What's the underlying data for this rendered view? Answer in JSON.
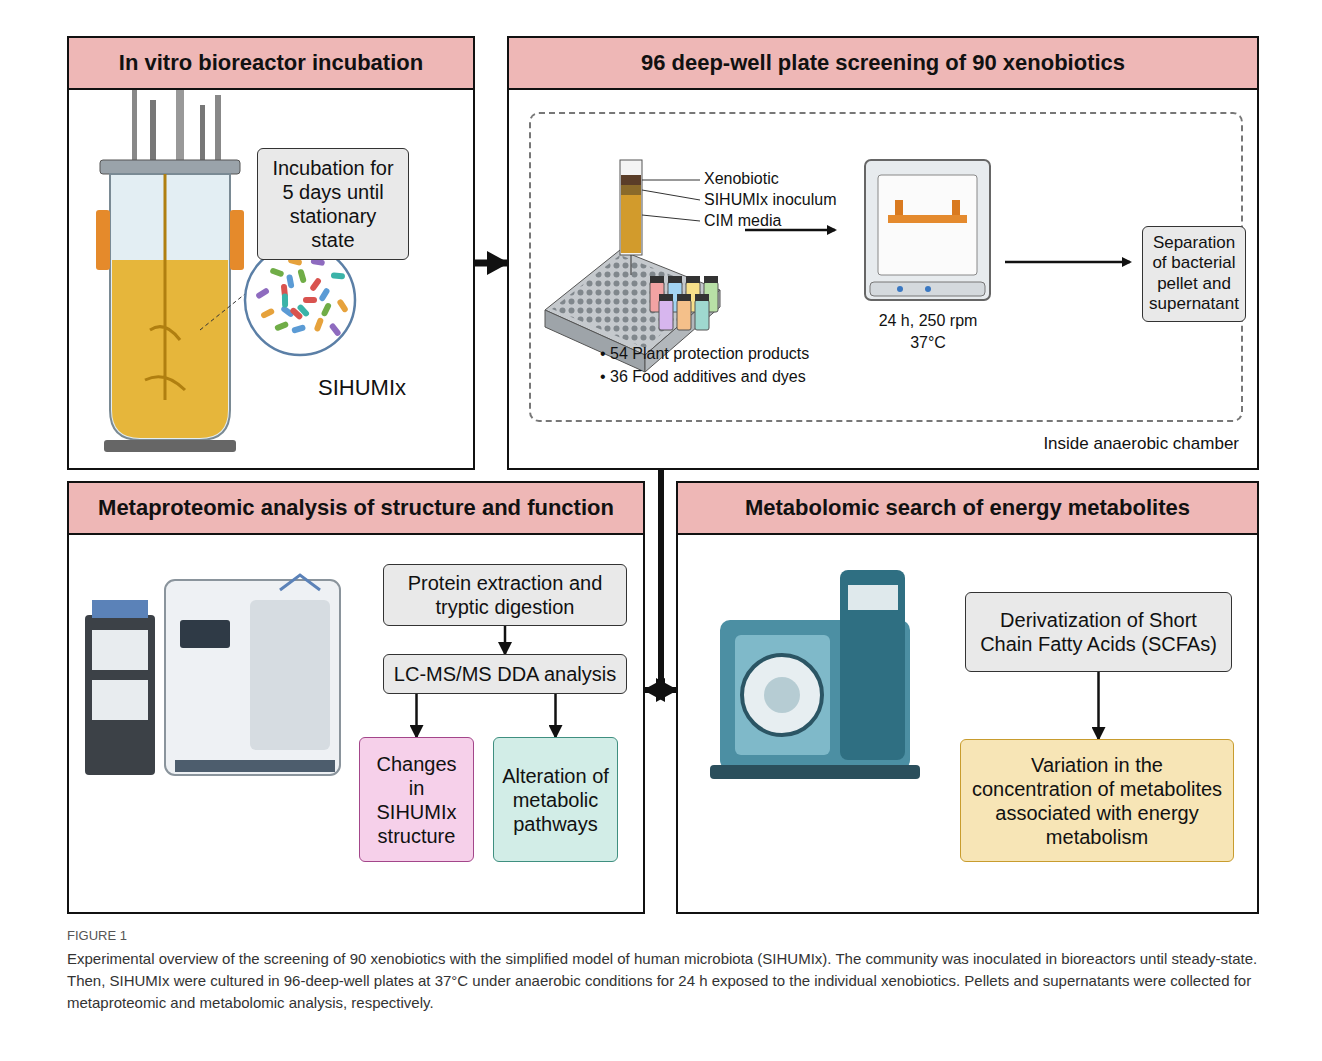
{
  "diagram": {
    "caption": "Experimental overview of the screening of 90 xenobiotics with the simplified model of human microbiota (SIHUMIx). The community was inoculated in bioreactors until steady-state. Then, SIHUMIx were cultured in 96-deep-well plates at 37°C under anaerobic conditions for 24 h exposed to the individual xenobiotics. Pellets and supernatants were collected for metaproteomic and metabolomic analysis, respectively.",
    "nodes": [
      {
        "text": [
          "In vitro bioreactor incubation"
        ]
      },
      {
        "text": [
          "Incubation for 5 days until stationary state"
        ],
        "in": 0
      },
      {
        "text": [
          "96 deep-well plate screening of 90 xenobiotics"
        ]
      },
      {
        "text": [
          "Inside anaerobic chamber"
        ],
        "in": 2
      },
      {
        "text": [
          "Separation of bacterial pellet and supernatant"
        ],
        "in": 3
      },
      {
        "text": [
          "Metaproteomic analysis of structure and function"
        ]
      },
      {
        "text": [
          "Protein extraction and tryptic digestion"
        ],
        "in": 5
      },
      {
        "text": [
          "LC-MS/MS DDA analysis"
        ],
        "in": 5
      },
      {
        "text": [
          "Changes in SIHUMIx structure"
        ],
        "in": 5
      },
      {
        "text": [
          "Alteration of metabolic pathways"
        ],
        "in": 5
      },
      {
        "text": [
          "Metabolomic search of energy metabolites"
        ]
      },
      {
        "text": [
          "Derivatization of Short Chain Fatty Acids (SCFAs)"
        ],
        "in": 10
      },
      {
        "text": [
          "Variation in the concentration of metabolites associated with energy metabolism"
        ],
        "in": 10
      }
    ],
    "edges": [
      {
        "from": 0,
        "to": 2,
        "arrow": "to"
      },
      {
        "from": 2,
        "to": 5,
        "arrow": "to"
      },
      {
        "from": 2,
        "to": 10,
        "arrow": "to"
      },
      {
        "from": 6,
        "to": 7,
        "arrow": "to"
      },
      {
        "from": 7,
        "to": 8,
        "arrow": "to"
      },
      {
        "from": 7,
        "to": 9,
        "arrow": "to"
      },
      {
        "from": 11,
        "to": 12,
        "arrow": "to"
      }
    ],
    "labels": [
      "SIHUMIx",
      "Xenobiotic",
      "SIHUMIx inoculum",
      "CIM media",
      "• 54 Plant protection products",
      "• 36 Food additives and dyes",
      "24 h, 250 rpm",
      "37°C",
      "FIGURE 1"
    ]
  }
}
